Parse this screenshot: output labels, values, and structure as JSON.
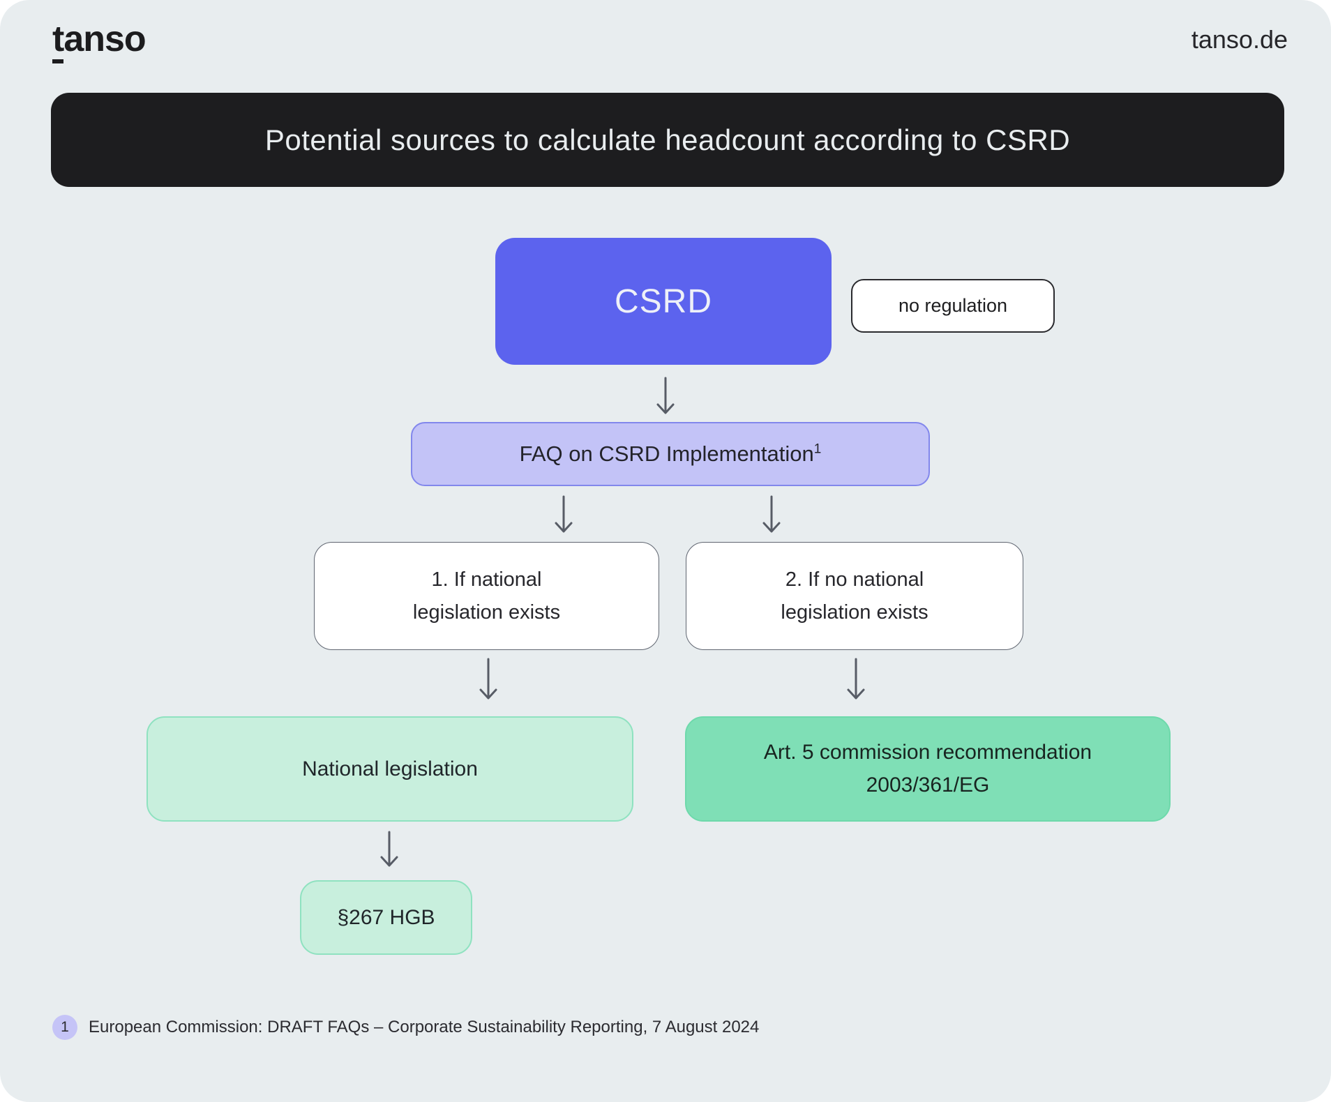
{
  "header": {
    "logo_first_letter": "t",
    "logo_rest": "anso",
    "website": "tanso.de"
  },
  "title_banner": {
    "title": "Potential sources to calculate headcount according to CSRD"
  },
  "flowchart": {
    "csrd": {
      "label": "CSRD"
    },
    "no_regulation": {
      "label": "no regulation"
    },
    "faq": {
      "label": "FAQ on CSRD Implementation",
      "footnote_ref": "1"
    },
    "branch_national": {
      "line1": "1. If national",
      "line2": "legislation exists"
    },
    "branch_no_national": {
      "line1": "2. If no national",
      "line2": "legislation exists"
    },
    "national_legislation": {
      "label": "National legislation"
    },
    "art5_recommendation": {
      "line1": "Art. 5 commission recommendation",
      "line2": "2003/361/EG"
    },
    "hgb": {
      "label": "§267 HGB"
    }
  },
  "footnote": {
    "marker": "1",
    "text": "European Commission: DRAFT FAQs – Corporate Sustainability Reporting, 7 August 2024"
  },
  "colors": {
    "background": "#e8edef",
    "banner_background": "#1d1d1f",
    "accent_purple": "#5c63ee",
    "light_purple": "#c3c3f7",
    "mint_light": "#c8efdd",
    "mint_medium": "#7fdfb6",
    "arrow": "#575c66"
  }
}
